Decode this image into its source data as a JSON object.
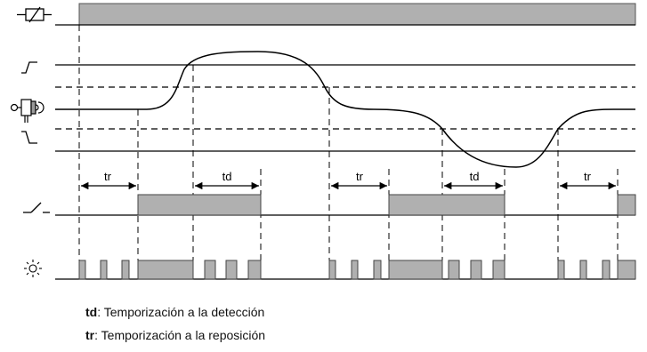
{
  "diagram": {
    "interval_labels": {
      "tr": "tr",
      "td": "td"
    },
    "rows": [
      {
        "name": "supply",
        "icon": "relay-coil-icon"
      },
      {
        "name": "upper-threshold",
        "icon": "rising-edge-icon"
      },
      {
        "name": "sensor-input",
        "icon": "sensor-icon"
      },
      {
        "name": "lower-threshold",
        "icon": "falling-edge-icon"
      },
      {
        "name": "output",
        "icon": "switch-contact-icon"
      },
      {
        "name": "led",
        "icon": "led-indicator-icon"
      }
    ],
    "colors": {
      "bar_fill": "#b0b0b0",
      "line": "#000000"
    }
  },
  "legend": [
    {
      "term": "td",
      "desc": ": Temporización a la detección"
    },
    {
      "term": "tr",
      "desc": ": Temporización a la reposición"
    }
  ]
}
